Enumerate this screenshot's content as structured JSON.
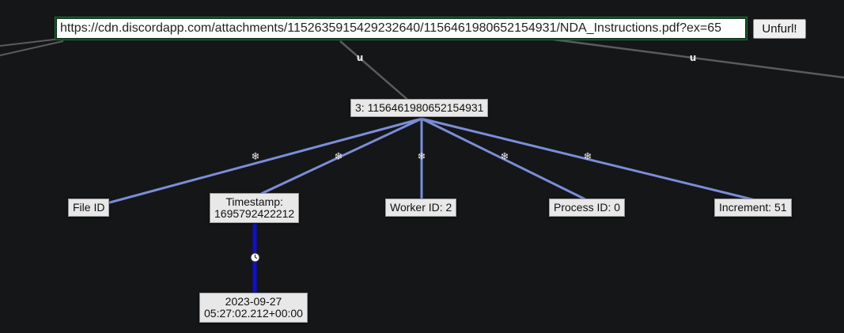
{
  "toolbar": {
    "url_value": "https://cdn.discordapp.com/attachments/1152635915429232640/1156461980652154931/NDA_Instructions.pdf?ex=65",
    "unfurl_label": "Unfurl!"
  },
  "edge_labels": {
    "url_part": "u",
    "snowflake_icon": "snowflake-icon",
    "snowflake_glyph": "❄",
    "timestamp_icon": "clock-icon"
  },
  "nodes": {
    "snowflake": "3: 1156461980652154931",
    "file_id": "File ID",
    "timestamp_label": "Timestamp:",
    "timestamp_value": "1695792422212",
    "worker_id": "Worker ID: 2",
    "process_id": "Process ID: 0",
    "increment": "Increment: 51",
    "datetime_date": "2023-09-27",
    "datetime_time": "05:27:02.212+00:00"
  },
  "colors": {
    "background": "#151618",
    "grey_edge": "#5a5b5d",
    "snowflake_edge": "#7b8ed8",
    "timestamp_edge": "#1010c8",
    "node_fill": "#e8e8e8"
  }
}
